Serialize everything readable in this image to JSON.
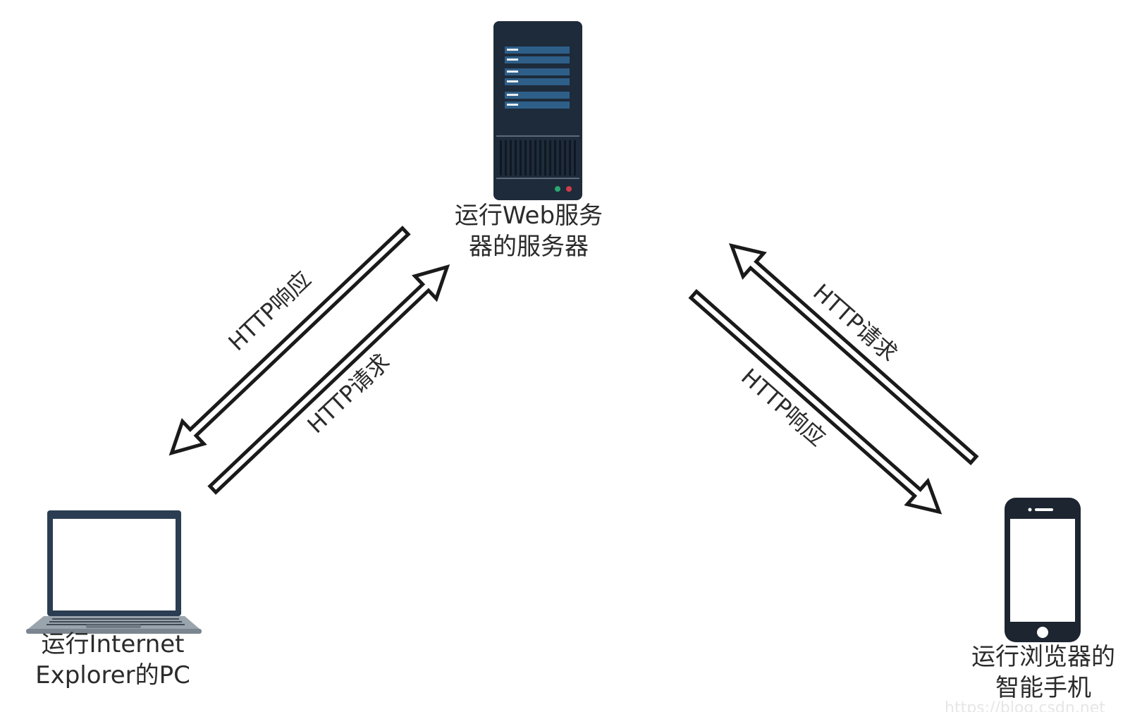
{
  "nodes": {
    "server": {
      "label_line1": "运行Web服务",
      "label_line2": "器的服务器",
      "icon": "server-icon"
    },
    "pc": {
      "label_line1": "运行Internet",
      "label_line2": "Explorer的PC",
      "icon": "laptop-icon"
    },
    "phone": {
      "label_line1": "运行浏览器的",
      "label_line2": "智能手机",
      "icon": "smartphone-icon"
    }
  },
  "edges": {
    "pc_response": {
      "label": "HTTP响应",
      "from": "server",
      "to": "pc"
    },
    "pc_request": {
      "label": "HTTP请求",
      "from": "pc",
      "to": "server"
    },
    "phone_request": {
      "label": "HTTP请求",
      "from": "phone",
      "to": "server"
    },
    "phone_response": {
      "label": "HTTP响应",
      "from": "server",
      "to": "phone"
    }
  },
  "watermark": "https://blog.csdn.net",
  "colors": {
    "server_body": "#1e2b3a",
    "server_stripe": "#2e5f88",
    "laptop_frame": "#2b3d52",
    "laptop_base": "#9aa4ad",
    "phone_body": "#1c2530",
    "arrow_stroke": "#1a1a1a"
  }
}
